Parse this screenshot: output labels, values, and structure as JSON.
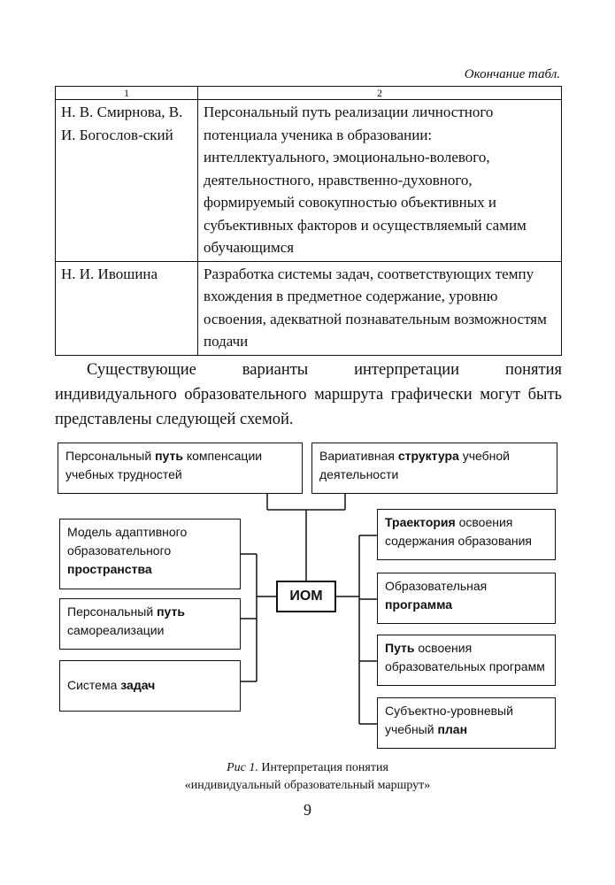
{
  "continuation_label": "Окончание табл.",
  "table": {
    "headers": [
      "1",
      "2"
    ],
    "rows": [
      {
        "author": "Н. В. Смирнова, В. И. Богослов-ский",
        "text": "Персональный путь реализации личностного потенциала ученика в образовании: интеллектуального, эмоционально-волевого, деятельностного, нравственно-духовного, формируемый совокупностью объективных и субъективных факторов и осуществляемый самим обучающимся"
      },
      {
        "author": "Н. И. Ивошина",
        "text": "Разработка системы задач, соответствующих темпу вхождения в предметное содержание, уровню освоения, адекватной познавательным возможностям подачи"
      }
    ]
  },
  "paragraph": "Существующие варианты интерпретации понятия индивидуального образовательного маршрута графически могут быть представлены следующей схемой.",
  "diagram": {
    "center": "ИОМ",
    "top_left": {
      "pre": "Персональный ",
      "bold": "путь",
      "post": " компенсации учебных трудностей"
    },
    "top_right": {
      "pre": "Вариативная ",
      "bold": "структура",
      "post": " учебной деятельности"
    },
    "left": [
      {
        "pre": "Модель адаптивного образовательного ",
        "bold": "пространства",
        "post": ""
      },
      {
        "pre": "Персональный ",
        "bold": "путь",
        "post": " самореализации"
      },
      {
        "pre": "Система ",
        "bold": "задач",
        "post": ""
      }
    ],
    "right": [
      {
        "pre": "",
        "bold": "Траектория",
        "post": " освоения содержания образования"
      },
      {
        "pre": "Образовательная ",
        "bold": "программа",
        "post": ""
      },
      {
        "pre": "",
        "bold": "Путь",
        "post": " освоения образовательных программ"
      },
      {
        "pre": "Субъектно-уровневый учебный ",
        "bold": "план",
        "post": ""
      }
    ]
  },
  "caption": {
    "prefix": "Рис 1.",
    "line1": "Интерпретация понятия",
    "line2": "«индивидуальный образовательный маршрут»"
  },
  "page_number": "9"
}
